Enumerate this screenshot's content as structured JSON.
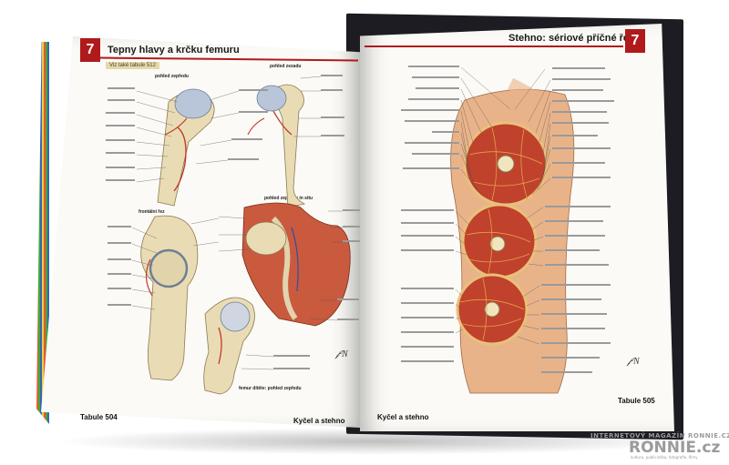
{
  "left_page": {
    "chapter_number": "7",
    "title": "Tepny hlavy a krčku femuru",
    "subtitle": "Viz také tabule 512",
    "captions": [
      "pohled zepředu",
      "pohled zezadu",
      "frontální řez",
      "pohled zepředu in situ",
      "femur dítěte: pohled zepředu"
    ],
    "footer_left": "Tabule 504",
    "footer_right": "Kyčel a stehno"
  },
  "right_page": {
    "chapter_number": "7",
    "title": "Stehno: sériové příčné řezy",
    "footer_left": "Kyčel a stehno",
    "footer_right": "Tabule 505"
  },
  "watermark": {
    "top": "INTERNETOVÝ MAGAZÍN RONNIE.CZ",
    "logo": "RONNIE.cz",
    "tagline": "kultura, publicistika, fotografie, filmy"
  },
  "colors": {
    "accent_red": "#b01a1a",
    "muscle": "#c0412c",
    "bone": "#e9dcb5",
    "cartilage": "#b9c6d9",
    "skin": "#e9b38a"
  }
}
